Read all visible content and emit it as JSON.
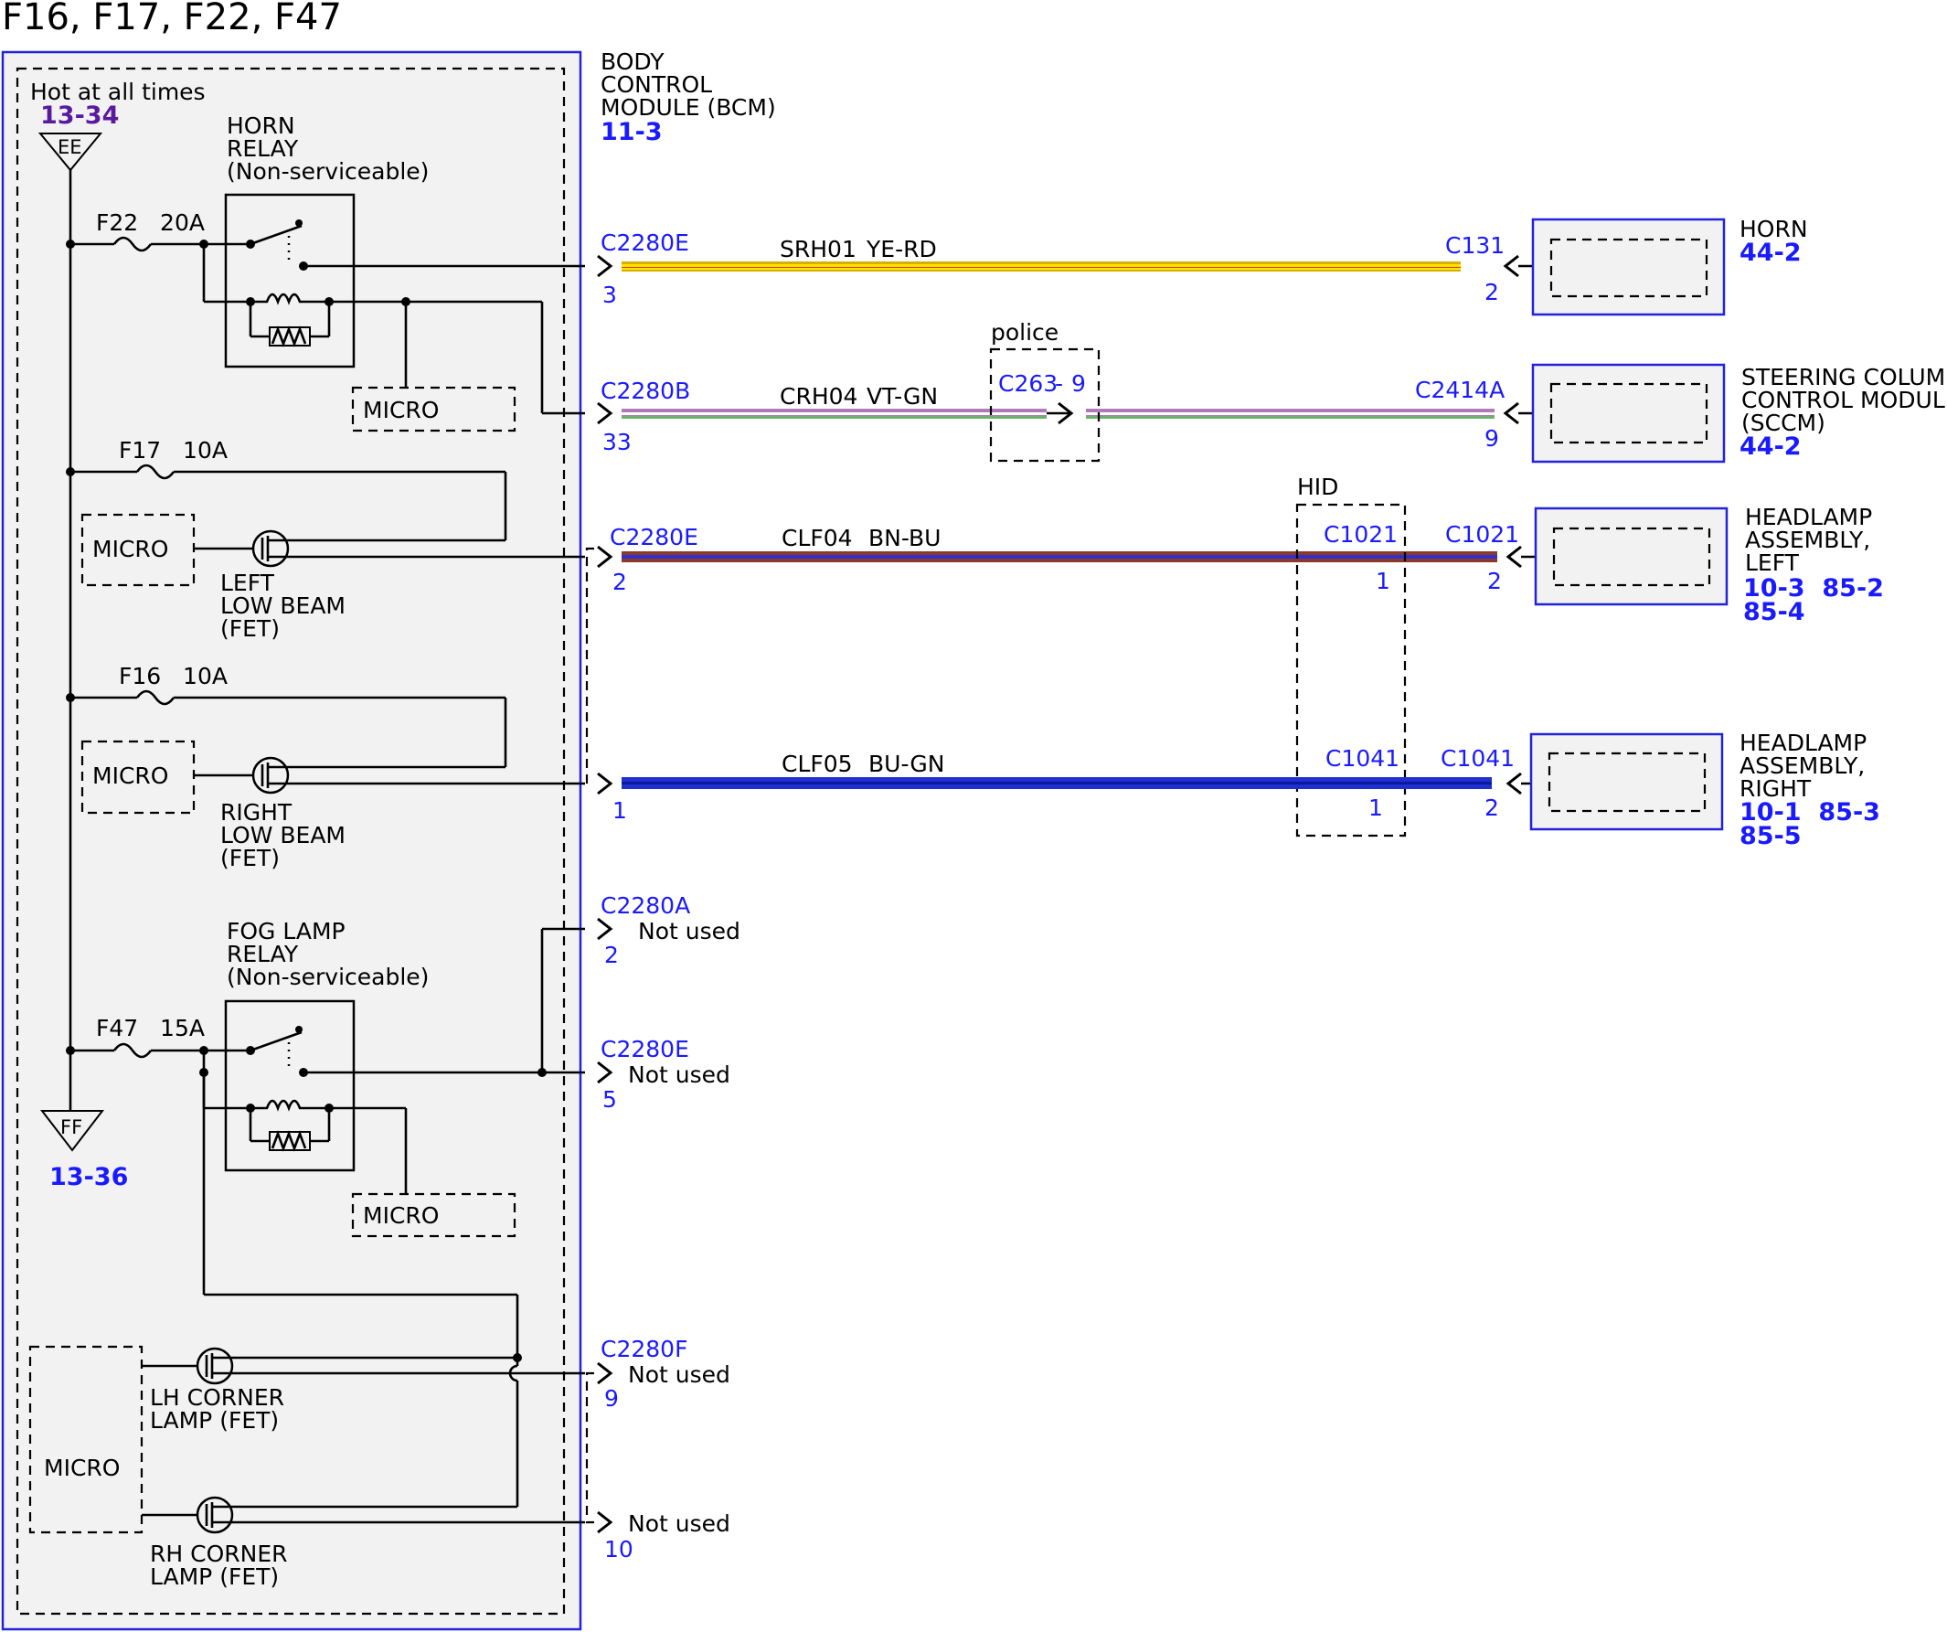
{
  "title": "F16, F17, F22, F47",
  "colors": {
    "module_border": "#2222dd",
    "module_fill": "#f2f2f2",
    "connector_text": "#1a1aff",
    "ref_purple": "#5a1aa0",
    "wire_ye_rd": [
      "#d4b000",
      "#ffe600",
      "#ff2a00"
    ],
    "wire_vt_gn": [
      "#b07ab8",
      "#ffffff",
      "#6fb06f"
    ],
    "wire_bn_bu": [
      "#8b3a2a",
      "#3030d0"
    ],
    "wire_bu_gn": [
      "#1f2fd0",
      "#0a1a9a"
    ]
  },
  "bcm": {
    "title_lines": [
      "BODY",
      "CONTROL",
      "MODULE (BCM)"
    ],
    "ref": "11-3",
    "hot_label": "Hot at all times",
    "ee_ref": "13-34",
    "ee_label": "EE",
    "ff_label": "FF",
    "ff_ref": "13-36",
    "fuses": {
      "f22": "F22   20A",
      "f17": "F17   10A",
      "f16": "F16   10A",
      "f47": "F47   15A"
    },
    "horn_relay_lines": [
      "HORN",
      "RELAY",
      "(Non-serviceable)"
    ],
    "fog_relay_lines": [
      "FOG LAMP",
      "RELAY",
      "(Non-serviceable)"
    ],
    "micro": "MICRO",
    "left_low_beam_lines": [
      "LEFT",
      "LOW BEAM",
      "(FET)"
    ],
    "right_low_beam_lines": [
      "RIGHT",
      "LOW BEAM",
      "(FET)"
    ],
    "lh_corner_lines": [
      "LH CORNER",
      "LAMP (FET)"
    ],
    "rh_corner_lines": [
      "RH CORNER",
      "LAMP (FET)"
    ]
  },
  "circuits": [
    {
      "circuit": "SRH01",
      "color": "YE-RD",
      "bcm_connector": "C2280E",
      "bcm_pin": "3",
      "far_connector": "C131",
      "far_pin": "2"
    },
    {
      "circuit": "CRH04",
      "color": "VT-GN",
      "bcm_connector": "C2280B",
      "bcm_pin": "33",
      "far_connector": "C2414A",
      "far_pin": "9"
    },
    {
      "circuit": "CLF04",
      "color": "BN-BU",
      "bcm_connector": "C2280E",
      "bcm_pin": "2",
      "far_connector": "C1021",
      "far_pin": "2"
    },
    {
      "circuit": "CLF05",
      "color": "BU-GN",
      "bcm_connector": "",
      "bcm_pin": "1",
      "far_connector": "C1041",
      "far_pin": "2"
    }
  ],
  "police": {
    "label": "police",
    "connector": "C263",
    "pin": "9"
  },
  "hid": {
    "label": "HID",
    "left_connector": "C1021",
    "left_pin": "1",
    "right_connector": "C1041",
    "right_pin": "1"
  },
  "not_used": [
    {
      "connector": "C2280A",
      "pin": "2",
      "text": "Not used"
    },
    {
      "connector": "C2280E",
      "pin": "5",
      "text": "Not used"
    },
    {
      "connector": "C2280F",
      "pin": "9",
      "text": "Not used"
    },
    {
      "connector": "",
      "pin": "10",
      "text": "Not used"
    }
  ],
  "components": [
    {
      "name_lines": [
        "HORN"
      ],
      "refs": [
        "44-2"
      ]
    },
    {
      "name_lines": [
        "STEERING COLUMN",
        "CONTROL MODULE",
        "(SCCM)"
      ],
      "refs": [
        "44-2"
      ]
    },
    {
      "name_lines": [
        "HEADLAMP",
        "ASSEMBLY,",
        "LEFT"
      ],
      "refs": [
        "10-3  85-2",
        "85-4"
      ]
    },
    {
      "name_lines": [
        "HEADLAMP",
        "ASSEMBLY,",
        "RIGHT"
      ],
      "refs": [
        "10-1  85-3",
        "85-5"
      ]
    }
  ]
}
